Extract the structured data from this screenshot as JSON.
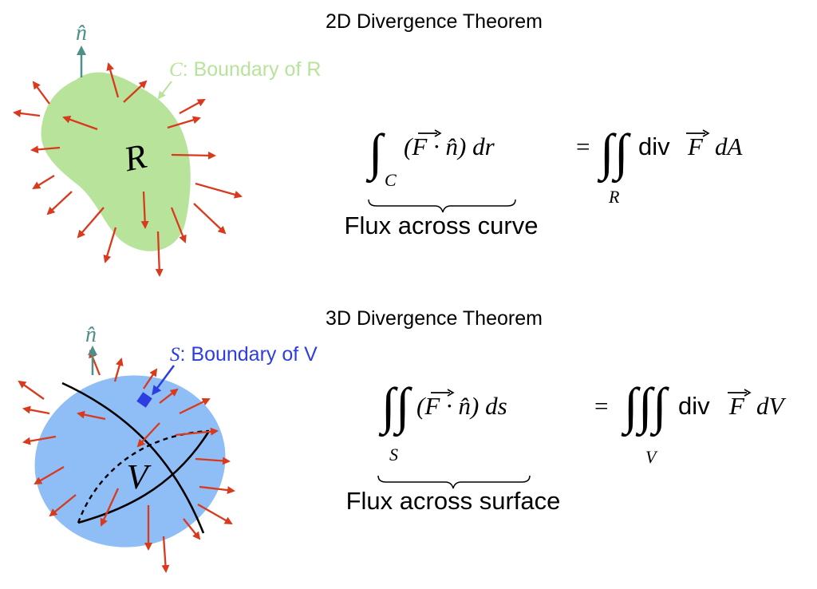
{
  "colors": {
    "region_2d": "#b7e39a",
    "region_3d": "#8fbdf5",
    "arrow": "#d9391d",
    "normal": "#4f8f8a",
    "boundary_2d_label": "#b7e39a",
    "boundary_3d_label": "#2d3ee0"
  },
  "top": {
    "title": "2D Divergence Theorem",
    "normal_label": "n̂",
    "boundary_symbol": "C",
    "boundary_text": ": Boundary of R",
    "region_label": "R",
    "equation": {
      "lhs_sub": "C",
      "lhs_body": "(F · n̂) dr",
      "vec_symbol": "F",
      "equals": "=",
      "rhs_sub": "R",
      "rhs_text": "div",
      "rhs_tail": "dA"
    },
    "caption": "Flux across curve"
  },
  "bottom": {
    "title": "3D Divergence Theorem",
    "normal_label": "n̂",
    "boundary_symbol": "S",
    "boundary_text": ": Boundary of V",
    "region_label": "V",
    "equation": {
      "lhs_sub": "S",
      "lhs_body": "(F · n̂) ds",
      "vec_symbol": "F",
      "equals": "=",
      "rhs_sub": "V",
      "rhs_text": "div",
      "rhs_tail": "dV"
    },
    "caption": "Flux across surface"
  }
}
